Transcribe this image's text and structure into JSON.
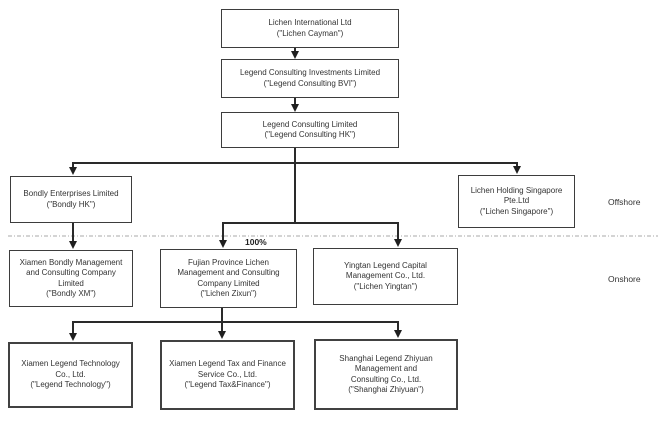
{
  "diagram": {
    "type": "corporate-structure-org-chart",
    "labels": {
      "offshore": "Offshore",
      "onshore": "Onshore",
      "ownership": "100%"
    },
    "nodes": {
      "cayman": {
        "lines": [
          "Lichen International Ltd",
          "(\"Lichen Cayman\")"
        ]
      },
      "bvi": {
        "lines": [
          "Legend Consulting Investments Limited",
          "(\"Legend Consulting BVI\")"
        ]
      },
      "hk": {
        "lines": [
          "Legend Consulting Limited",
          "(\"Legend Consulting HK\")"
        ]
      },
      "bondly_hk": {
        "lines": [
          "Bondly Enterprises Limited",
          "(\"Bondly HK\")"
        ]
      },
      "singapore": {
        "lines": [
          "Lichen Holding Singapore",
          "Pte.Ltd",
          "(\"Lichen Singapore\")"
        ]
      },
      "bondly_xm": {
        "lines": [
          "Xiamen Bondly Management",
          "and Consulting Company",
          "Limited",
          "(\"Bondly XM\")"
        ]
      },
      "zixun": {
        "lines": [
          "Fujian Province Lichen",
          "Management and Consulting",
          "Company Limited",
          "(\"Lichen Zixun\")"
        ]
      },
      "yingtan": {
        "lines": [
          "Yingtan Legend Capital",
          "Management Co., Ltd.",
          "(\"Lichen Yingtan\")"
        ]
      },
      "technology": {
        "lines": [
          "Xiamen Legend Technology",
          "Co., Ltd.",
          "(\"Legend Technology\")"
        ]
      },
      "tax": {
        "lines": [
          "Xiamen Legend Tax and Finance",
          "Service Co., Ltd.",
          "(\"Legend Tax&Finance\")"
        ]
      },
      "zhiyuan": {
        "lines": [
          "Shanghai Legend Zhiyuan",
          "Management and",
          "Consulting Co., Ltd.",
          "(\"Shanghai Zhiyuan\")"
        ]
      }
    },
    "edges": [
      {
        "from": "cayman",
        "to": "bvi"
      },
      {
        "from": "bvi",
        "to": "hk"
      },
      {
        "from": "hk",
        "to": "bondly_hk"
      },
      {
        "from": "hk",
        "to": "singapore"
      },
      {
        "from": "hk",
        "to": "zixun",
        "label": "100%"
      },
      {
        "from": "hk",
        "to": "yingtan"
      },
      {
        "from": "bondly_hk",
        "to": "bondly_xm"
      },
      {
        "from": "zixun",
        "to": "technology"
      },
      {
        "from": "zixun",
        "to": "tax"
      },
      {
        "from": "zixun",
        "to": "zhiyuan"
      }
    ],
    "colors": {
      "line": "#2a2a2a",
      "box_border": "#3d3d3d",
      "divider": "#a8a8a8",
      "background": "#ffffff"
    }
  }
}
